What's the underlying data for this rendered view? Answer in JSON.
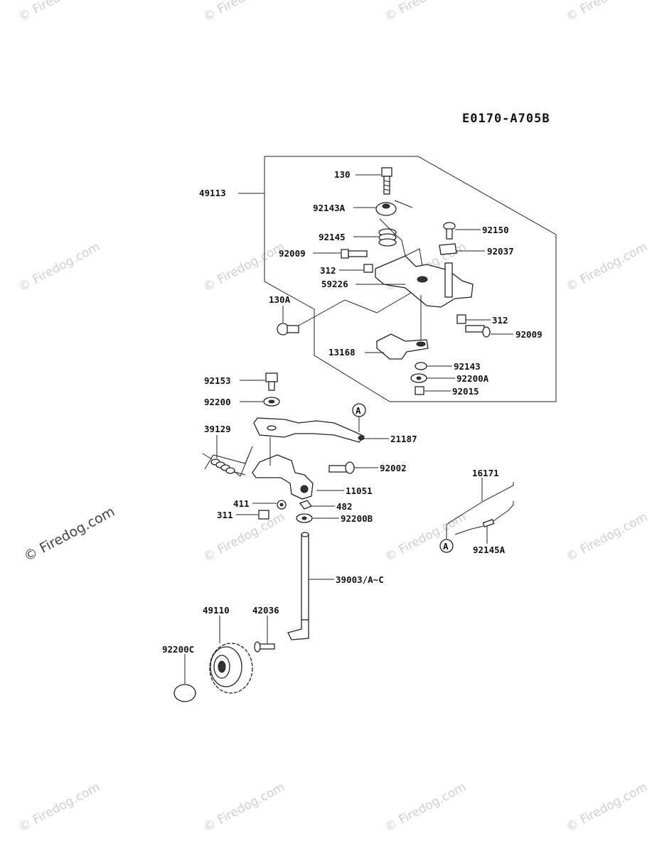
{
  "diagram": {
    "code": "E0170-A705B",
    "watermark": "© Firedog.com",
    "callout": "A",
    "parts": {
      "p130": "130",
      "p49113": "49113",
      "p92143A": "92143A",
      "p92150": "92150",
      "p92145": "92145",
      "p92037": "92037",
      "p92009a": "92009",
      "p312a": "312",
      "p59226": "59226",
      "p130A": "130A",
      "p312b": "312",
      "p92009b": "92009",
      "p13168": "13168",
      "p92143": "92143",
      "p92200A": "92200A",
      "p92015": "92015",
      "p92153": "92153",
      "p92200": "92200",
      "p21187": "21187",
      "p39129": "39129",
      "p92002": "92002",
      "p11051": "11051",
      "p411": "411",
      "p482": "482",
      "p311": "311",
      "p92200B": "92200B",
      "p16171": "16171",
      "p92145A": "92145A",
      "p39003": "39003/A~C",
      "p49110": "49110",
      "p42036": "42036",
      "p92200C": "92200C"
    }
  }
}
